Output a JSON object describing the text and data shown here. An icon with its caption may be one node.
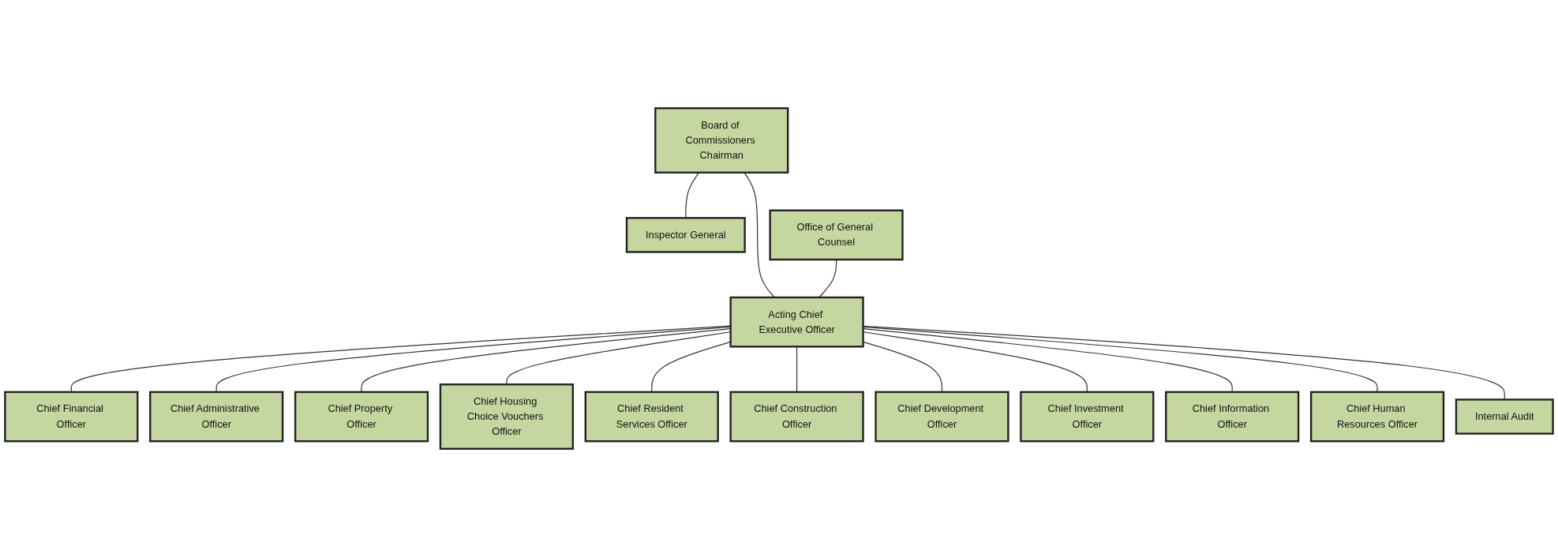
{
  "diagram": {
    "nodes": [
      {
        "text": [
          "Board of Commissioners Chairman"
        ]
      },
      {
        "text": [
          "Inspector General"
        ]
      },
      {
        "text": [
          "Office of General Counsel"
        ]
      },
      {
        "text": [
          "Acting Chief Executive Officer"
        ]
      },
      {
        "text": [
          "Chief Financial Officer"
        ]
      },
      {
        "text": [
          "Chief Administrative Officer"
        ]
      },
      {
        "text": [
          "Chief Property Officer"
        ]
      },
      {
        "text": [
          "Chief Housing Choice Vouchers Officer"
        ]
      },
      {
        "text": [
          "Chief Resident Services Officer"
        ]
      },
      {
        "text": [
          "Chief Construction Officer"
        ]
      },
      {
        "text": [
          "Chief Development Officer"
        ]
      },
      {
        "text": [
          "Chief Investment Officer"
        ]
      },
      {
        "text": [
          "Chief Information Officer"
        ]
      },
      {
        "text": [
          "Chief Human Resources Officer"
        ]
      },
      {
        "text": [
          "Internal Audit"
        ]
      }
    ],
    "edges": [
      {
        "from": 0,
        "to": 1,
        "arrow": "none"
      },
      {
        "from": 0,
        "to": 3,
        "arrow": "none"
      },
      {
        "from": 2,
        "to": 3,
        "arrow": "none"
      },
      {
        "from": 3,
        "to": 4,
        "arrow": "none"
      },
      {
        "from": 3,
        "to": 5,
        "arrow": "none"
      },
      {
        "from": 3,
        "to": 6,
        "arrow": "none"
      },
      {
        "from": 3,
        "to": 7,
        "arrow": "none"
      },
      {
        "from": 3,
        "to": 8,
        "arrow": "none"
      },
      {
        "from": 3,
        "to": 9,
        "arrow": "none"
      },
      {
        "from": 3,
        "to": 10,
        "arrow": "none"
      },
      {
        "from": 3,
        "to": 11,
        "arrow": "none"
      },
      {
        "from": 3,
        "to": 12,
        "arrow": "none"
      },
      {
        "from": 3,
        "to": 13,
        "arrow": "none"
      },
      {
        "from": 3,
        "to": 14,
        "arrow": "none"
      }
    ]
  }
}
